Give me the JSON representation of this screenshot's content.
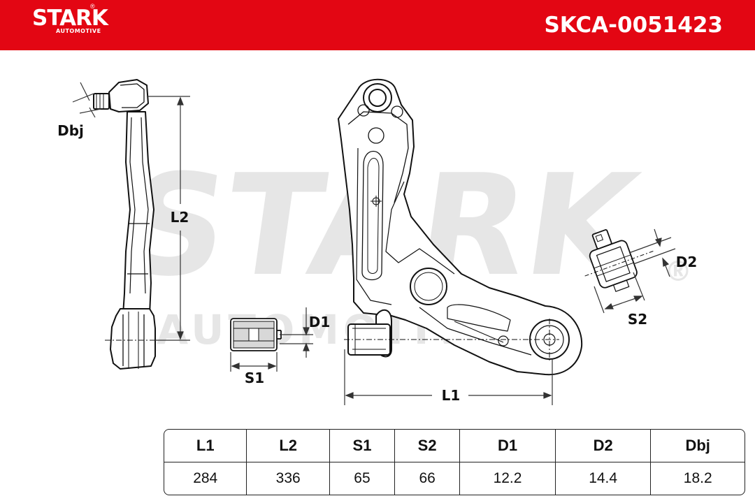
{
  "brand": {
    "name": "STARK",
    "subtitle": "AUTOMOTIVE",
    "registered": "®"
  },
  "part_number": "SKCA-0051423",
  "watermark": {
    "main": "STARK",
    "sub": "AUTOMOTIVE",
    "registered": "®"
  },
  "dimension_labels": {
    "dbj": "Dbj",
    "l2": "L2",
    "d1": "D1",
    "s1": "S1",
    "l1": "L1",
    "d2": "D2",
    "s2": "S2"
  },
  "table": {
    "headers": [
      "L1",
      "L2",
      "S1",
      "S2",
      "D1",
      "D2",
      "Dbj"
    ],
    "values": [
      "284",
      "336",
      "65",
      "66",
      "12.2",
      "14.4",
      "18.2"
    ]
  },
  "colors": {
    "header_red": "#e30613",
    "line": "#111111",
    "watermark": "#e6e6e6"
  }
}
